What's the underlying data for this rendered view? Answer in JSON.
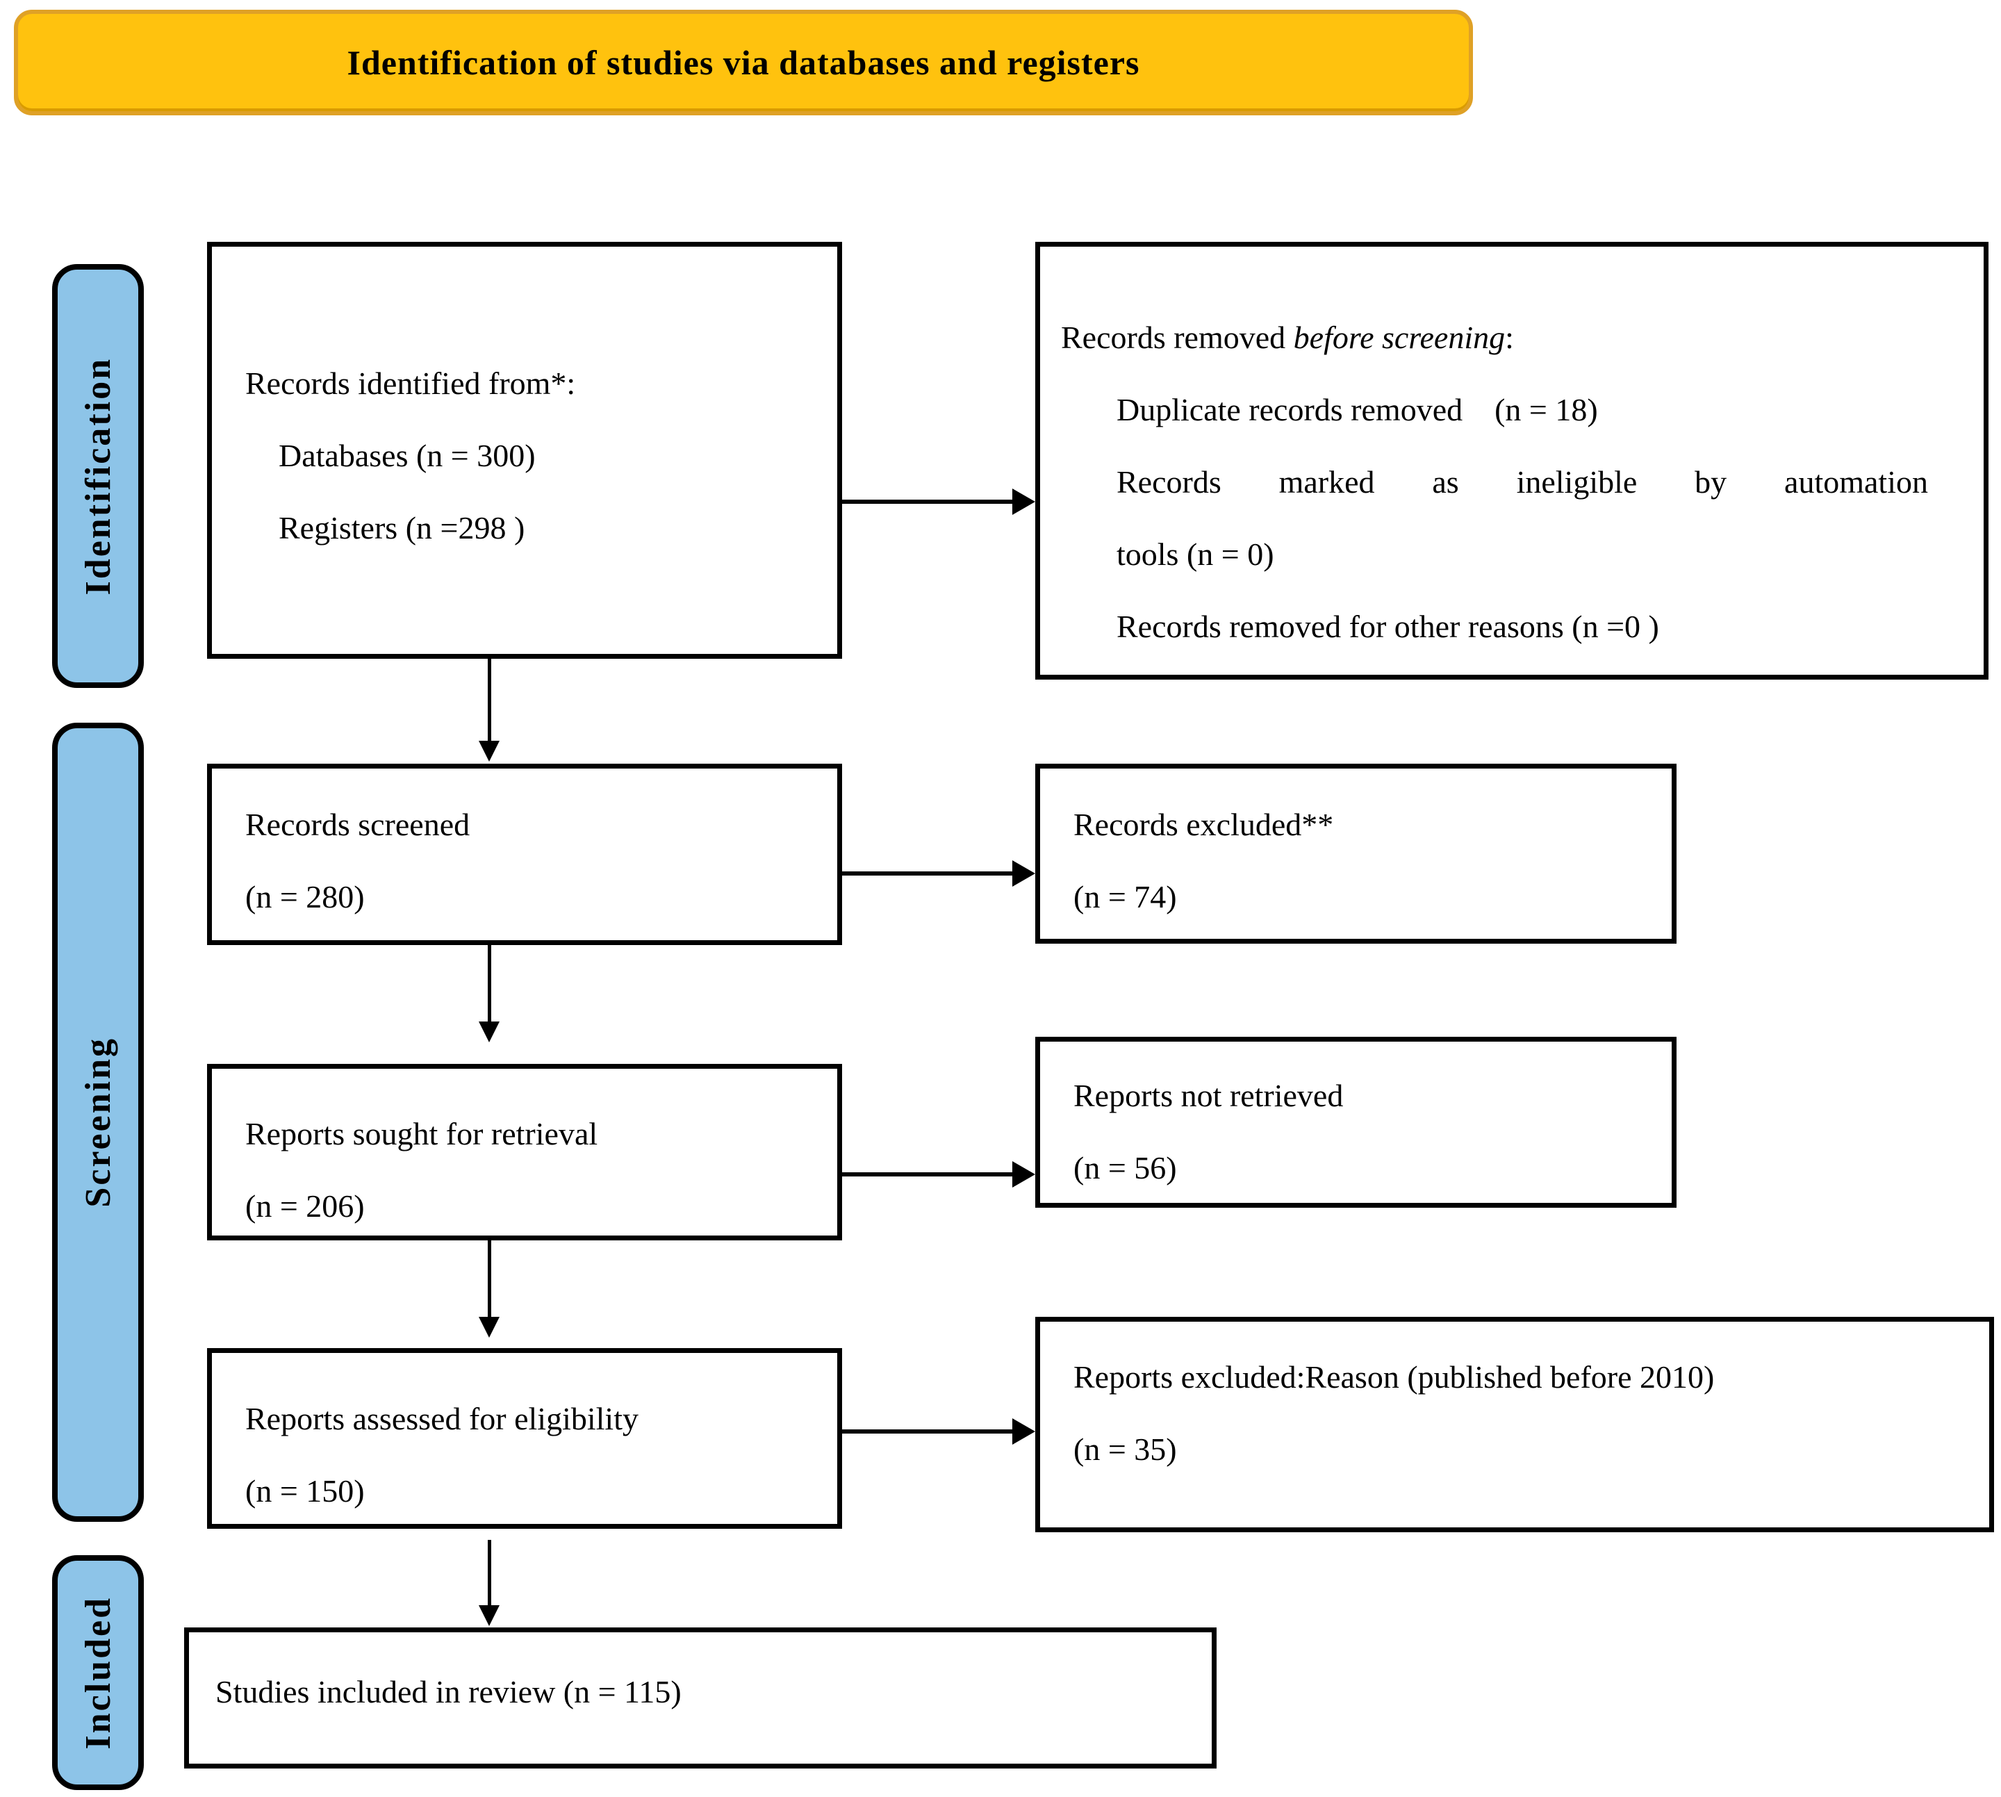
{
  "banner": {
    "title": "Identification of studies via databases and registers"
  },
  "stages": [
    {
      "label": "Identification"
    },
    {
      "label": "Screening"
    },
    {
      "label": "Included"
    }
  ],
  "boxes": {
    "identified": {
      "lines": [
        "Records identified from*:",
        "Databases (n = 300)",
        "Registers (n =298 )"
      ]
    },
    "removed": {
      "intro_prefix": "Records removed ",
      "intro_italic": "before screening",
      "intro_colon": ":",
      "items": [
        "Duplicate records removed    (n = 18)",
        "Records marked as ineligible by automation",
        "tools (n = 0)",
        "Records removed for other reasons (n =0 )"
      ]
    },
    "screened": {
      "lines": [
        "Records screened",
        "(n = 280)"
      ]
    },
    "excluded": {
      "lines": [
        "Records excluded**",
        "(n = 74)"
      ]
    },
    "sought": {
      "lines": [
        "Reports sought for retrieval",
        "(n = 206)"
      ]
    },
    "not_retrieved": {
      "lines": [
        "Reports not retrieved",
        "(n = 56)"
      ]
    },
    "assessed": {
      "lines": [
        "Reports assessed for eligibility",
        "(n = 150)"
      ]
    },
    "excluded_reason": {
      "lines": [
        "Reports excluded:Reason (published before 2010)",
        "(n = 35)"
      ]
    },
    "included": {
      "lines": [
        "Studies included in review (n = 115)"
      ]
    }
  },
  "colors": {
    "banner_bg": "#FFC20E",
    "banner_border": "#DFA126",
    "stage_bg": "#8DC4E8",
    "box_border": "#000000"
  }
}
